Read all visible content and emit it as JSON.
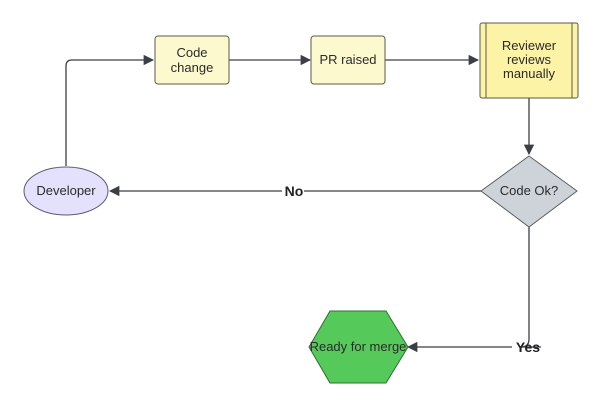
{
  "nodes": {
    "developer": {
      "label_lines": [
        "Developer"
      ],
      "shape": "ellipse",
      "fill": "#e3e1fb",
      "stroke": "#5a5a7a"
    },
    "code_change": {
      "label_lines": [
        "Code",
        "change"
      ],
      "shape": "rectangle",
      "fill": "#fcf9cf",
      "stroke": "#5a5a45"
    },
    "pr_raised": {
      "label_lines": [
        "PR raised"
      ],
      "shape": "rectangle",
      "fill": "#fcf9cf",
      "stroke": "#5a5a45"
    },
    "reviewer": {
      "label_lines": [
        "Reviewer",
        "reviews",
        "manually"
      ],
      "shape": "predefined-process",
      "fill": "#fcf3a6",
      "stroke": "#5a5a45"
    },
    "code_ok": {
      "label_lines": [
        "Code Ok?"
      ],
      "shape": "diamond",
      "fill": "#ced3da",
      "stroke": "#5a5f66"
    },
    "ready_for_merge": {
      "label_lines": [
        "Ready for merge"
      ],
      "shape": "octagon",
      "fill": "#55c95a",
      "stroke": "#2f6f33"
    }
  },
  "edges": [
    {
      "from": "developer",
      "to": "code_change",
      "label": ""
    },
    {
      "from": "code_change",
      "to": "pr_raised",
      "label": ""
    },
    {
      "from": "pr_raised",
      "to": "reviewer",
      "label": ""
    },
    {
      "from": "reviewer",
      "to": "code_ok",
      "label": ""
    },
    {
      "from": "code_ok",
      "to": "developer",
      "label": "No"
    },
    {
      "from": "code_ok",
      "to": "ready_for_merge",
      "label": "Yes"
    }
  ],
  "colors": {
    "edge": "#3b3f45",
    "text": "#2b2b2b"
  }
}
